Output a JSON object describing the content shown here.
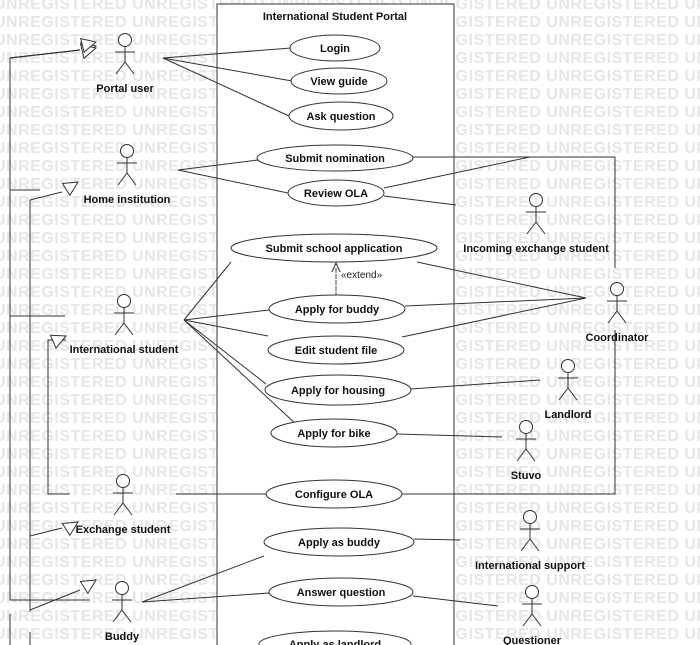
{
  "watermark": "UNREGISTERED",
  "system": {
    "title": "International Student Portal"
  },
  "use_cases": [
    {
      "id": "login",
      "label": "Login"
    },
    {
      "id": "view_guide",
      "label": "View guide"
    },
    {
      "id": "ask_question",
      "label": "Ask question"
    },
    {
      "id": "submit_nomination",
      "label": "Submit nomination"
    },
    {
      "id": "review_ola",
      "label": "Review OLA"
    },
    {
      "id": "submit_school_application",
      "label": "Submit school application"
    },
    {
      "id": "apply_for_buddy",
      "label": "Apply for buddy"
    },
    {
      "id": "edit_student_file",
      "label": "Edit student file"
    },
    {
      "id": "apply_for_housing",
      "label": "Apply for housing"
    },
    {
      "id": "apply_for_bike",
      "label": "Apply for bike"
    },
    {
      "id": "configure_ola",
      "label": "Configure OLA"
    },
    {
      "id": "apply_as_buddy",
      "label": "Apply as buddy"
    },
    {
      "id": "answer_question",
      "label": "Answer question"
    },
    {
      "id": "apply_as_landlord",
      "label": "Apply as landlord"
    }
  ],
  "actors": [
    {
      "id": "portal_user",
      "label": "Portal user"
    },
    {
      "id": "home_institution",
      "label": "Home institution"
    },
    {
      "id": "international_student",
      "label": "International student"
    },
    {
      "id": "exchange_student",
      "label": "Exchange student"
    },
    {
      "id": "buddy",
      "label": "Buddy"
    },
    {
      "id": "incoming_exchange_student",
      "label": "Incoming exchange student"
    },
    {
      "id": "coordinator",
      "label": "Coordinator"
    },
    {
      "id": "landlord",
      "label": "Landlord"
    },
    {
      "id": "stuvo",
      "label": "Stuvo"
    },
    {
      "id": "international_support",
      "label": "International support"
    },
    {
      "id": "questioner",
      "label": "Questioner"
    }
  ],
  "associations": [
    [
      "portal_user",
      "login"
    ],
    [
      "portal_user",
      "view_guide"
    ],
    [
      "portal_user",
      "ask_question"
    ],
    [
      "home_institution",
      "submit_nomination"
    ],
    [
      "home_institution",
      "review_ola"
    ],
    [
      "international_student",
      "submit_school_application"
    ],
    [
      "international_student",
      "apply_for_buddy"
    ],
    [
      "international_student",
      "edit_student_file"
    ],
    [
      "international_student",
      "apply_for_housing"
    ],
    [
      "international_student",
      "apply_for_bike"
    ],
    [
      "exchange_student",
      "configure_ola"
    ],
    [
      "buddy",
      "apply_as_buddy"
    ],
    [
      "buddy",
      "answer_question"
    ],
    [
      "incoming_exchange_student",
      "review_ola"
    ],
    [
      "coordinator",
      "submit_nomination"
    ],
    [
      "coordinator",
      "review_ola"
    ],
    [
      "coordinator",
      "submit_school_application"
    ],
    [
      "coordinator",
      "apply_for_buddy"
    ],
    [
      "coordinator",
      "edit_student_file"
    ],
    [
      "coordinator",
      "configure_ola"
    ],
    [
      "landlord",
      "apply_for_housing"
    ],
    [
      "stuvo",
      "apply_for_bike"
    ],
    [
      "international_support",
      "apply_as_buddy"
    ],
    [
      "questioner",
      "answer_question"
    ]
  ],
  "extend": {
    "from": "apply_for_buddy",
    "to": "submit_school_application",
    "label": "«extend»"
  },
  "generalizations": [
    [
      "home_institution",
      "portal_user"
    ],
    [
      "international_student",
      "portal_user"
    ],
    [
      "exchange_student",
      "international_student"
    ],
    [
      "buddy",
      "portal_user"
    ]
  ]
}
